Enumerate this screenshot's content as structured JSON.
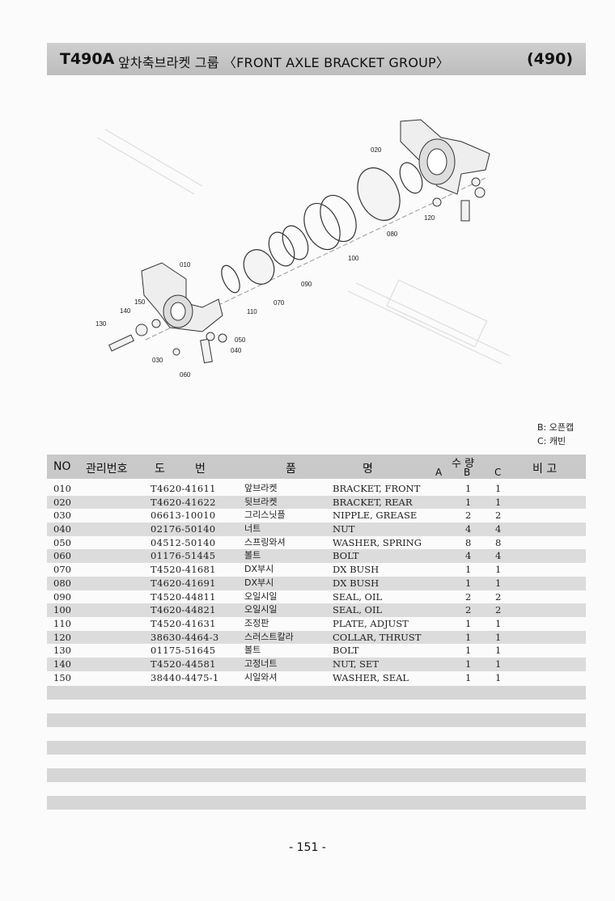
{
  "header": {
    "model": "T490A",
    "title": "앞차축브라켓 그룹 〈FRONT AXLE BRACKET GROUP〉",
    "page_code": "(490)"
  },
  "diagram": {
    "callouts": [
      "010",
      "020",
      "030",
      "040",
      "050",
      "060",
      "070",
      "080",
      "090",
      "100",
      "110",
      "120",
      "130",
      "140",
      "150"
    ]
  },
  "legend": {
    "b": "B: 오픈캡",
    "c": "C: 캐빈"
  },
  "table": {
    "headers": {
      "no": "NO",
      "mgmt": "관리번호",
      "do": "도",
      "beon": "번",
      "pum": "품",
      "myeong": "명",
      "qty": "수 량",
      "a": "A",
      "b": "B",
      "c": "C",
      "remarks": "비 고"
    },
    "rows": [
      {
        "no": "010",
        "pn": "T4620-41611",
        "kr": "앞브라켓",
        "en": "BRACKET, FRONT",
        "b": "1",
        "c": "1"
      },
      {
        "no": "020",
        "pn": "T4620-41622",
        "kr": "뒷브라켓",
        "en": "BRACKET, REAR",
        "b": "1",
        "c": "1"
      },
      {
        "no": "030",
        "pn": "06613-10010",
        "kr": "그리스닛플",
        "en": "NIPPLE, GREASE",
        "b": "2",
        "c": "2"
      },
      {
        "no": "040",
        "pn": "02176-50140",
        "kr": "너트",
        "en": "NUT",
        "b": "4",
        "c": "4"
      },
      {
        "no": "050",
        "pn": "04512-50140",
        "kr": "스프링와셔",
        "en": "WASHER, SPRING",
        "b": "8",
        "c": "8"
      },
      {
        "no": "060",
        "pn": "01176-51445",
        "kr": "볼트",
        "en": "BOLT",
        "b": "4",
        "c": "4"
      },
      {
        "no": "070",
        "pn": "T4520-41681",
        "kr": "DX부시",
        "en": "DX BUSH",
        "b": "1",
        "c": "1"
      },
      {
        "no": "080",
        "pn": "T4620-41691",
        "kr": "DX부시",
        "en": "DX BUSH",
        "b": "1",
        "c": "1"
      },
      {
        "no": "090",
        "pn": "T4520-44811",
        "kr": "오일시일",
        "en": "SEAL, OIL",
        "b": "2",
        "c": "2"
      },
      {
        "no": "100",
        "pn": "T4620-44821",
        "kr": "오일시일",
        "en": "SEAL, OIL",
        "b": "2",
        "c": "2"
      },
      {
        "no": "110",
        "pn": "T4520-41631",
        "kr": "조정판",
        "en": "PLATE, ADJUST",
        "b": "1",
        "c": "1"
      },
      {
        "no": "120",
        "pn": "38630-4464-3",
        "kr": "스러스트칼라",
        "en": "COLLAR, THRUST",
        "b": "1",
        "c": "1"
      },
      {
        "no": "130",
        "pn": "01175-51645",
        "kr": "볼트",
        "en": "BOLT",
        "b": "1",
        "c": "1"
      },
      {
        "no": "140",
        "pn": "T4520-44581",
        "kr": "고정너트",
        "en": "NUT, SET",
        "b": "1",
        "c": "1"
      },
      {
        "no": "150",
        "pn": "38440-4475-1",
        "kr": "시일와셔",
        "en": "WASHER, SEAL",
        "b": "1",
        "c": "1"
      }
    ]
  },
  "footer": {
    "page_number": "- 151 -"
  }
}
